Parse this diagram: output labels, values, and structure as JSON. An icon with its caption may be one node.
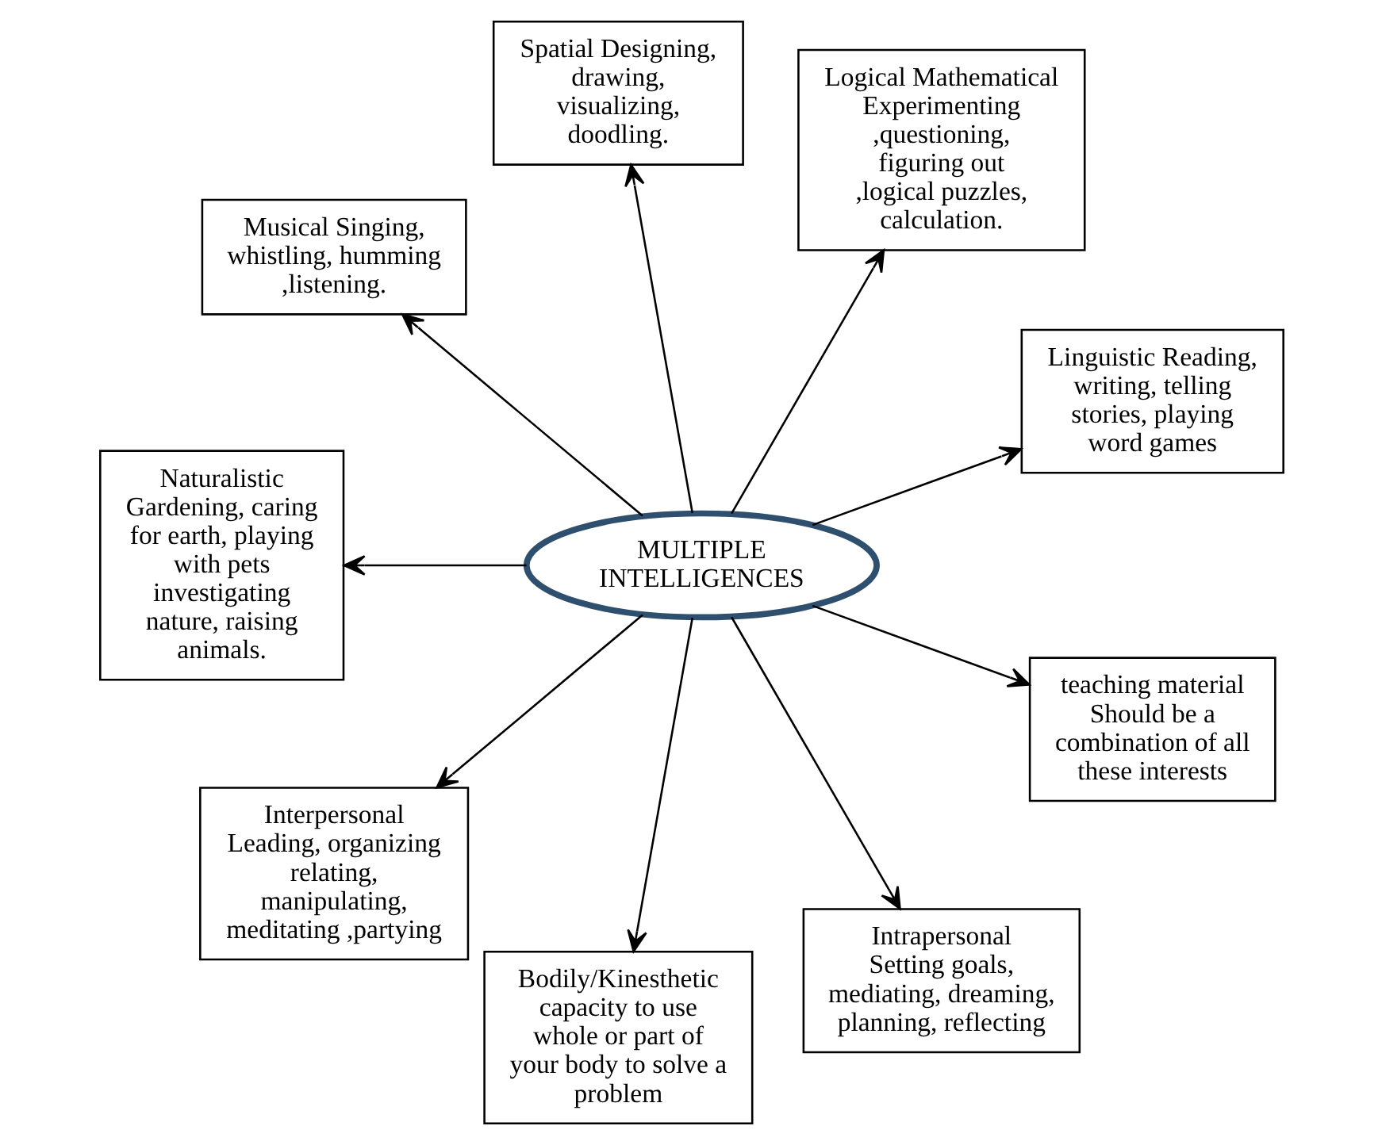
{
  "diagram": {
    "nodes": [
      {
        "text": [
          "MULTIPLE INTELLIGENCES"
        ]
      },
      {
        "text": [
          "Linguistic Reading, writing, telling stories, playing word games"
        ]
      },
      {
        "text": [
          "Logical Mathematical Experimenting ,questioning, figuring out ,logical puzzles, calculation."
        ]
      },
      {
        "text": [
          "Spatial Designing, drawing, visualizing, doodling."
        ]
      },
      {
        "text": [
          "Musical Singing, whistling, humming ,listening."
        ]
      },
      {
        "text": [
          "Naturalistic Gardening, caring for earth, playing with pets investigating nature, raising animals."
        ]
      },
      {
        "text": [
          "Interpersonal Leading, organizing relating, manipulating, meditating ,partying"
        ]
      },
      {
        "text": [
          "Bodily/Kinesthetic capacity to use whole or part of your body to solve a problem"
        ]
      },
      {
        "text": [
          "Intrapersonal Setting goals, mediating, dreaming, planning, reflecting"
        ]
      },
      {
        "text": [
          "teaching material Should be a combination of all these interests"
        ]
      }
    ],
    "edges": [
      {
        "from": 0,
        "to": 1,
        "arrow": "to"
      },
      {
        "from": 0,
        "to": 2,
        "arrow": "to"
      },
      {
        "from": 0,
        "to": 3,
        "arrow": "to"
      },
      {
        "from": 0,
        "to": 4,
        "arrow": "to"
      },
      {
        "from": 0,
        "to": 5,
        "arrow": "to"
      },
      {
        "from": 0,
        "to": 6,
        "arrow": "to"
      },
      {
        "from": 0,
        "to": 7,
        "arrow": "to"
      },
      {
        "from": 0,
        "to": 8,
        "arrow": "to"
      },
      {
        "from": 0,
        "to": 9,
        "arrow": "to"
      }
    ]
  }
}
